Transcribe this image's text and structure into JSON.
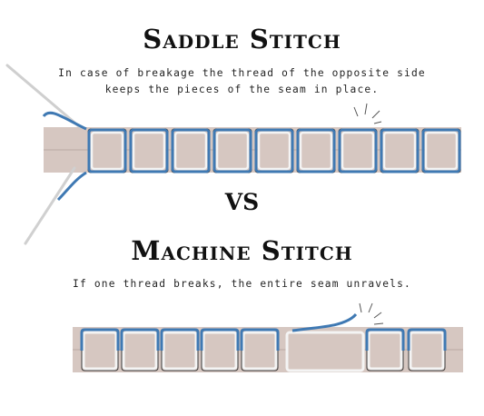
{
  "saddle": {
    "title": "Saddle Stitch",
    "description_line1": "In case of breakage the thread of the opposite side",
    "description_line2": "keeps the pieces of the seam in place."
  },
  "vs_label": "VS",
  "machine": {
    "title": "Machine Stitch",
    "description": "If one thread breaks, the entire seam unravels."
  },
  "colors": {
    "thread_blue": "#3f79b3",
    "thread_white": "#f4f4f4",
    "leather": "#d6c7c1",
    "outline": "#3a3a3a"
  }
}
